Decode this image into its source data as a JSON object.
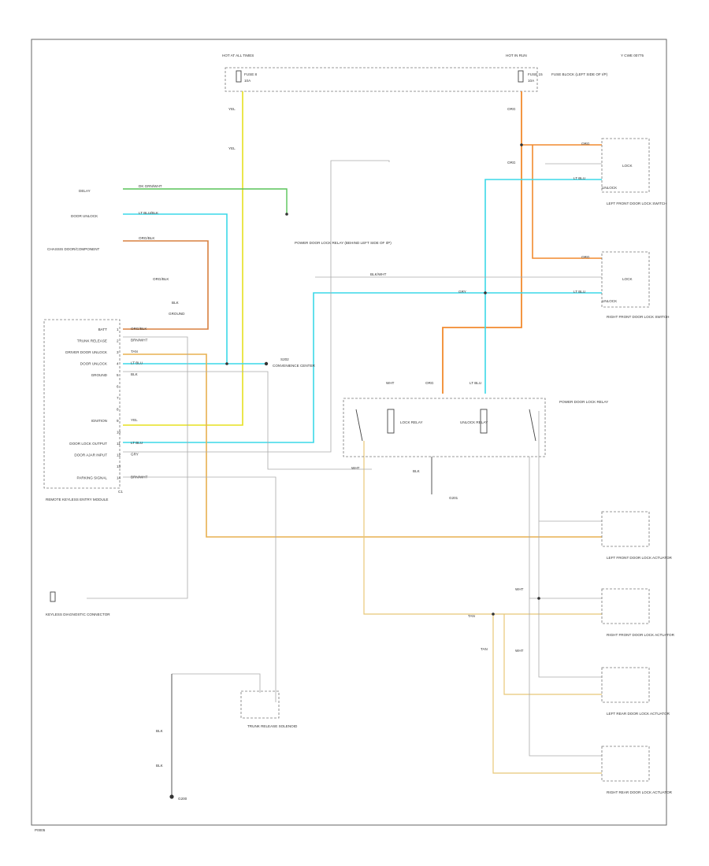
{
  "header": {
    "page_code": "Y CWE 00775",
    "footer_code": "P0005"
  },
  "fuse_block": {
    "left_fuse_caption": "HOT AT ALL TIMES",
    "left_fuse_label": "FUSE 8",
    "left_fuse_rating": "10A",
    "right_fuse_caption": "HOT IN RUN",
    "right_fuse_label": "FUSE 15",
    "right_fuse_rating": "10A",
    "fuse_block_label": "FUSE BLOCK (LEFT SIDE OF I/P)"
  },
  "wires": {
    "top_left_1": "YEL",
    "top_left_2": "YEL",
    "top_right_1": "ORG",
    "top_right_2": "ORG",
    "delay_feed": "DK GRN/WHT",
    "unlock_feed": "LT BLU/BLK",
    "chassis_feed": "ORG/BLK",
    "chassis_wire": "ORG/BLK",
    "ground_wire": "BLK",
    "relay_out": "BLK/WHT",
    "right_upper_1": "ORG",
    "right_upper_2": "ORG",
    "right_upper_3": "LT BLU",
    "right_upper_4": "LT BLU",
    "right_upper_gry": "GRY",
    "switch_wht_1": "WHT",
    "switch_org": "ORG",
    "switch_ltblu": "LT BLU",
    "switch_blk": "BLK",
    "switch_wht_2": "WHT",
    "tan_1": "TAN",
    "tan_2": "TAN",
    "wht_1": "WHT",
    "wht_2": "WHT",
    "bottom_blk_1": "BLK",
    "bottom_blk_2": "BLK"
  },
  "module": {
    "title": "REMOTE KEYLESS ENTRY MODULE",
    "pins": [
      {
        "label": "BATT",
        "wire": "ORG/BLK"
      },
      {
        "label": "TRUNK RELEASE",
        "wire": "BRN/WHT"
      },
      {
        "label": "DRIVER DOOR UNLOCK",
        "wire": "TAN"
      },
      {
        "label": "DOOR UNLOCK",
        "wire": "LT BLU"
      },
      {
        "label": "GROUND",
        "wire": "BLK"
      },
      {
        "label": "",
        "wire": ""
      },
      {
        "label": "",
        "wire": ""
      },
      {
        "label": "",
        "wire": ""
      },
      {
        "label": "IGNITION",
        "wire": "YEL"
      },
      {
        "label": "",
        "wire": ""
      },
      {
        "label": "DOOR LOCK OUTPUT",
        "wire": "LT BLU"
      },
      {
        "label": "DOOR AJAR INPUT",
        "wire": "GRY"
      },
      {
        "label": "",
        "wire": ""
      },
      {
        "label": "PARKING SIGNAL",
        "wire": "BRN/WHT"
      }
    ],
    "end_pin": "C1"
  },
  "components": {
    "delay_label": "DELAY",
    "unlock_label": "DOOR UNLOCK",
    "chassis_label": "CHASSIS DOOR/COMPONENT",
    "ground_label": "GROUND",
    "relay_label": "POWER DOOR LOCK RELAY (BEHIND LEFT SIDE OF I/P)",
    "splice_label": "S202",
    "convenience_label": "CONVENIENCE CENTER",
    "left_front_switch": "LEFT FRONT DOOR LOCK SWITCH",
    "right_front_switch": "RIGHT FRONT DOOR LOCK SWITCH",
    "lock_relay_label": "POWER DOOR LOCK RELAY",
    "lock_coil": "LOCK RELAY",
    "unlock_coil": "UNLOCK RELAY",
    "ground_g201": "G201",
    "lf_actuator": "LEFT FRONT DOOR LOCK ACTUATOR",
    "rf_actuator": "RIGHT FRONT DOOR LOCK ACTUATOR",
    "lr_actuator": "LEFT REAR DOOR LOCK ACTUATOR",
    "rr_actuator": "RIGHT REAR DOOR LOCK ACTUATOR",
    "lock_word": "LOCK",
    "unlock_word": "UNLOCK",
    "keyless_connector": "KEYLESS DIAGNOSTIC CONNECTOR",
    "trunk_label": "TRUNK RELEASE SOLENOID",
    "g200": "G200"
  }
}
